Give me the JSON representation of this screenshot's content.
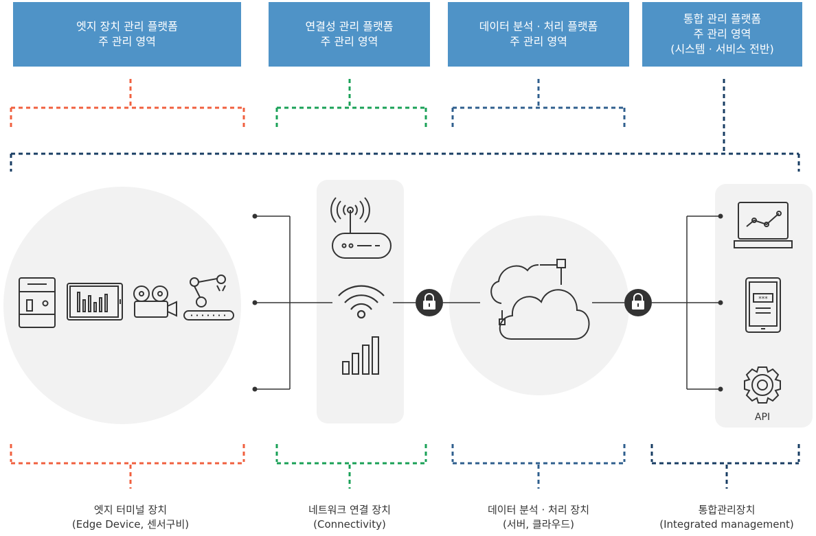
{
  "header_boxes": [
    {
      "line1": "엣지 장치 관리 플랫폼",
      "line2": "주 관리 영역",
      "line3": ""
    },
    {
      "line1": "연결성 관리 플랫폼",
      "line2": "주 관리 영역",
      "line3": ""
    },
    {
      "line1": "데이터 분석 · 처리 플랫폼",
      "line2": "주 관리 영역",
      "line3": ""
    },
    {
      "line1": "통합 관리 플랫폼",
      "line2": "주 관리 영역",
      "line3": "(시스템 · 서비스 전반)"
    }
  ],
  "bottom_captions": [
    {
      "line1": "엣지 터미널 장치",
      "line2": "(Edge Device, 센서구비)"
    },
    {
      "line1": "네트워크 연결 장치",
      "line2": "(Connectivity)"
    },
    {
      "line1": "데이터 분석 · 처리 장치",
      "line2": "(서버, 클라우드)"
    },
    {
      "line1": "통합관리장치",
      "line2": "(Integrated management)"
    }
  ],
  "api_label": "API",
  "colors": {
    "header_bg": "#4f93c7",
    "edge": "#f0603f",
    "network": "#1aa157",
    "data": "#2f5f8e",
    "integrated": "#183d63",
    "icon_stroke": "#333333",
    "panel_bg": "#f2f2f2",
    "lock_bg": "#333333"
  }
}
